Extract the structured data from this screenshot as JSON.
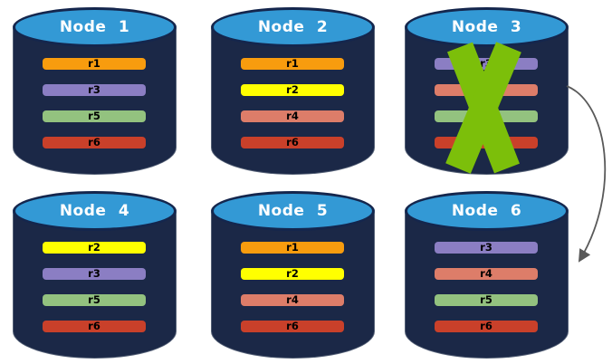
{
  "colors": {
    "cylinder_body": "#1B2847",
    "cylinder_top": "#3399D5",
    "cylinder_top_border": "#14264D",
    "title_text": "#FFFFFF",
    "bar_text": "#000000",
    "failure_cross": "#7CBF0A",
    "arrow": "#595959",
    "replica_palette": {
      "r1": "#F89C0E",
      "r2": "#FFFF00",
      "r3": "#8B7EC3",
      "r4": "#DD7D69",
      "r5": "#93C27F",
      "r6": "#C9402A"
    }
  },
  "nodes": [
    {
      "id": "node-1",
      "label": "Node 1",
      "failed": false,
      "replicas": [
        {
          "label": "r1",
          "color": "#F89C0E"
        },
        {
          "label": "r3",
          "color": "#8B7EC3"
        },
        {
          "label": "r5",
          "color": "#93C27F"
        },
        {
          "label": "r6",
          "color": "#C9402A"
        }
      ]
    },
    {
      "id": "node-2",
      "label": "Node 2",
      "failed": false,
      "replicas": [
        {
          "label": "r1",
          "color": "#F89C0E"
        },
        {
          "label": "r2",
          "color": "#FFFF00"
        },
        {
          "label": "r4",
          "color": "#DD7D69"
        },
        {
          "label": "r6",
          "color": "#C9402A"
        }
      ]
    },
    {
      "id": "node-3",
      "label": "Node 3",
      "failed": true,
      "replicas": [
        {
          "label": "r3",
          "color": "#8B7EC3"
        },
        {
          "label": "",
          "color": "#DD7D69"
        },
        {
          "label": "",
          "color": "#93C27F"
        },
        {
          "label": "",
          "color": "#C9402A"
        }
      ]
    },
    {
      "id": "node-4",
      "label": "Node 4",
      "failed": false,
      "replicas": [
        {
          "label": "r2",
          "color": "#FFFF00"
        },
        {
          "label": "r3",
          "color": "#8B7EC3"
        },
        {
          "label": "r5",
          "color": "#93C27F"
        },
        {
          "label": "r6",
          "color": "#C9402A"
        }
      ]
    },
    {
      "id": "node-5",
      "label": "Node 5",
      "failed": false,
      "replicas": [
        {
          "label": "r1",
          "color": "#F89C0E"
        },
        {
          "label": "r2",
          "color": "#FFFF00"
        },
        {
          "label": "r4",
          "color": "#DD7D69"
        },
        {
          "label": "r6",
          "color": "#C9402A"
        }
      ]
    },
    {
      "id": "node-6",
      "label": "Node 6",
      "failed": false,
      "replicas": [
        {
          "label": "r3",
          "color": "#8B7EC3"
        },
        {
          "label": "r4",
          "color": "#DD7D69"
        },
        {
          "label": "r5",
          "color": "#93C27F"
        },
        {
          "label": "r6",
          "color": "#C9402A"
        }
      ]
    }
  ],
  "arrow": {
    "from": "node-3",
    "to": "node-6"
  }
}
